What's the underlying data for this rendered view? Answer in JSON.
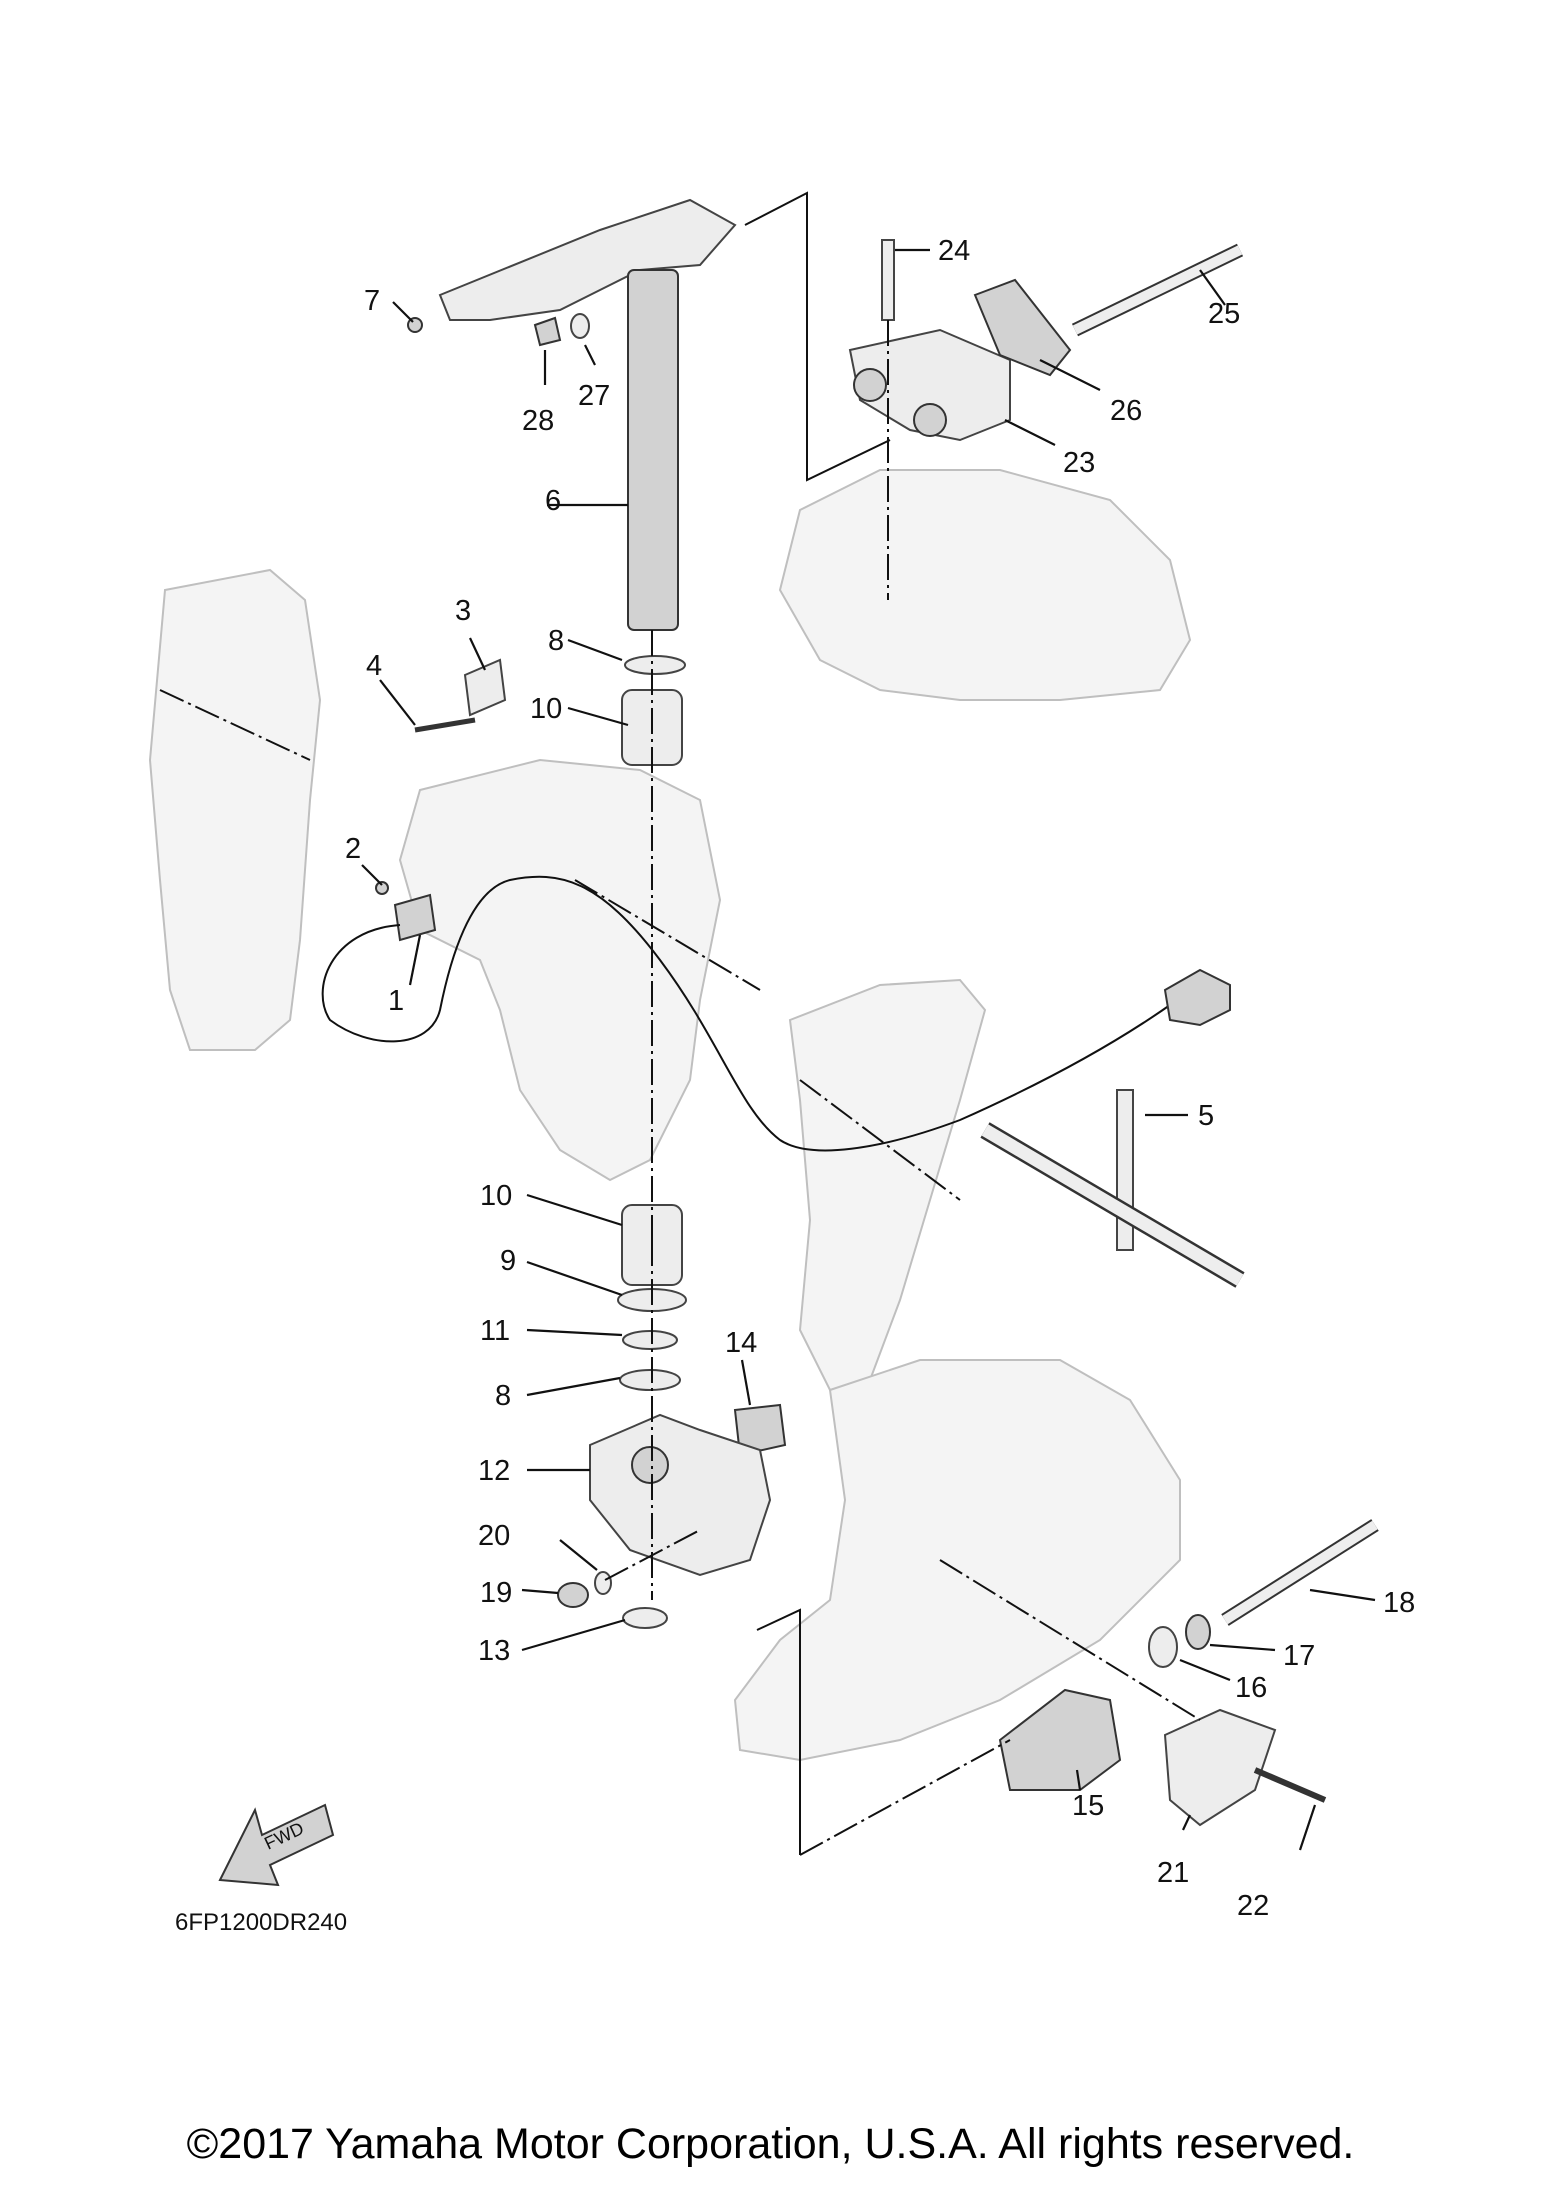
{
  "callouts": {
    "c1": "1",
    "c2": "2",
    "c3": "3",
    "c4": "4",
    "c5": "5",
    "c6": "6",
    "c7": "7",
    "c8a": "8",
    "c8b": "8",
    "c9": "9",
    "c10a": "10",
    "c10b": "10",
    "c11": "11",
    "c12": "12",
    "c13": "13",
    "c14": "14",
    "c15": "15",
    "c16": "16",
    "c17": "17",
    "c18": "18",
    "c19": "19",
    "c20": "20",
    "c21": "21",
    "c22": "22",
    "c23": "23",
    "c24": "24",
    "c25": "25",
    "c26": "26",
    "c27": "27",
    "c28": "28"
  },
  "fwd_label": "FWD",
  "diagram_code": "6FP1200DR240",
  "copyright": "©2017 Yamaha Motor Corporation, U.S.A. All rights reserved.",
  "colors": {
    "line": "#111111",
    "part_fill": "#ededed",
    "ghost_fill": "#f4f4f4"
  }
}
